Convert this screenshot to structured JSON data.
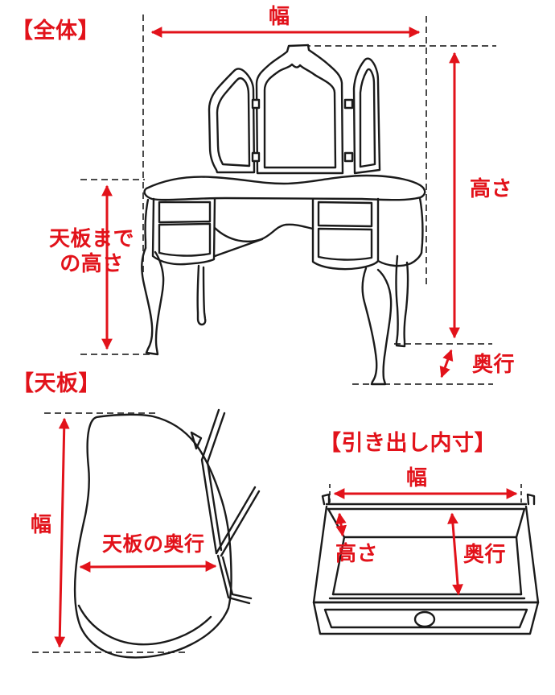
{
  "page": {
    "background": "#ffffff"
  },
  "colors": {
    "accent_red": "#e2121a",
    "line_black": "#1a1a1a",
    "dash_gray": "#4a4a4a"
  },
  "sections": {
    "overall": {
      "title": "【全体】",
      "width_label": "幅",
      "height_label": "高さ",
      "tabletop_height_label_line1": "天板まで",
      "tabletop_height_label_line2": "の高さ",
      "depth_label": "奥行"
    },
    "tabletop": {
      "title": "【天板】",
      "width_label": "幅",
      "depth_label": "天板の奥行"
    },
    "drawer": {
      "title": "【引き出し内寸】",
      "width_label": "幅",
      "height_label": "高さ",
      "depth_label": "奥行"
    }
  }
}
